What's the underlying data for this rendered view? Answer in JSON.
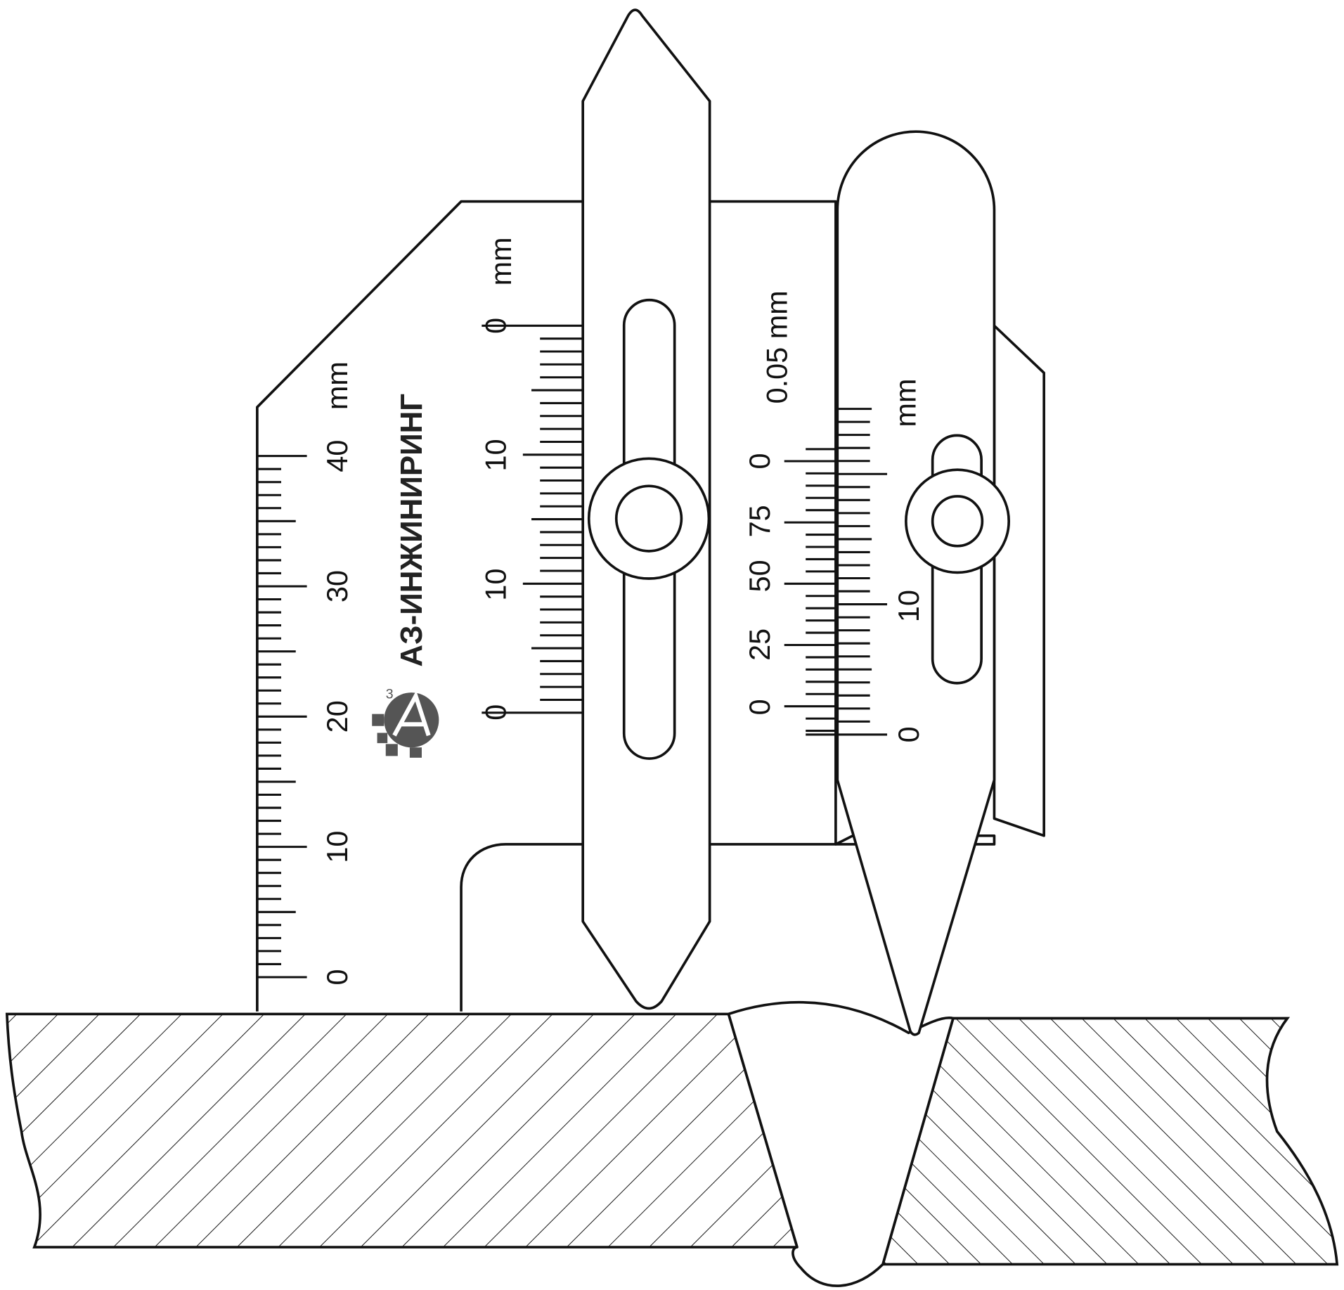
{
  "brand": {
    "name": "АЗ-ИНЖИНИРИНГ",
    "logo_letter": "А",
    "logo_superscript": "3"
  },
  "left_scale": {
    "unit": "mm",
    "labels": [
      "0",
      "10",
      "20",
      "30",
      "40"
    ]
  },
  "center_scale": {
    "unit": "mm",
    "top_labels": [
      "0",
      "10"
    ],
    "bottom_labels": [
      "0",
      "10"
    ]
  },
  "vernier_scale": {
    "unit": "0.05 mm",
    "labels": [
      "0",
      "25",
      "50",
      "75",
      "0"
    ]
  },
  "right_scale": {
    "unit": "mm",
    "labels": [
      "0",
      "10"
    ]
  },
  "colors": {
    "line": "#111111",
    "logo": "#555555"
  }
}
